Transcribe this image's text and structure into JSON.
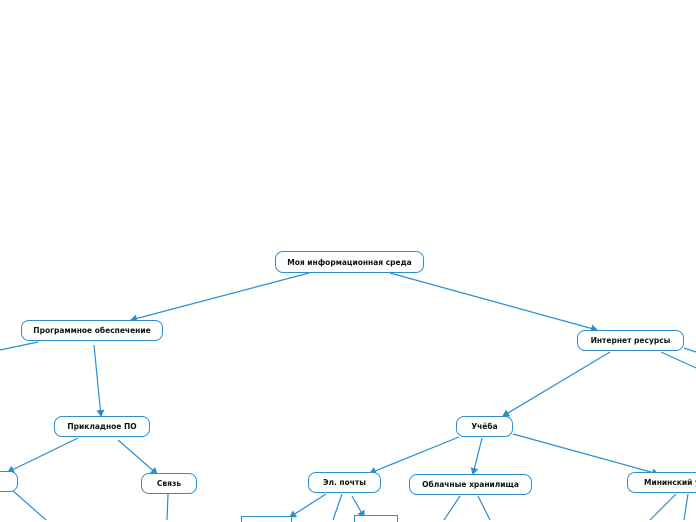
{
  "diagram": {
    "line_color": "#2a8fcc",
    "root": {
      "label": "Моя информационная среда"
    },
    "nodes": {
      "software": "Программное обеспечение",
      "applied": "Прикладное ПО",
      "svyaz": "Связь",
      "left_cut": "я",
      "internet": "Интернет ресурсы",
      "study": "Учёба",
      "email": "Эл. почты",
      "cloud": "Облачные хранилища",
      "minin": "Мининский у"
    }
  }
}
